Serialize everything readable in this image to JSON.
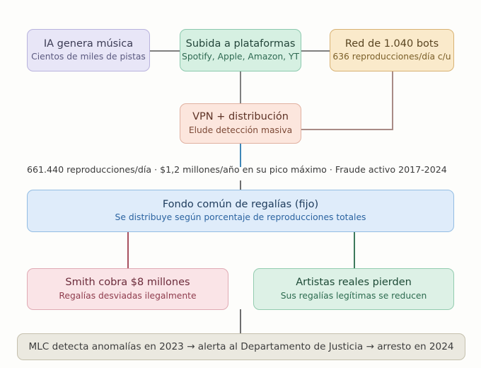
{
  "diagram": {
    "type": "flowchart",
    "background_color": "#fdfdfb",
    "annotation": "661.440 reproducciones/día · $1,2 millones/año en su pico máximo · Fraude activo 2017-2024",
    "nodes": [
      {
        "id": "ia-genera-musica",
        "title": "IA genera música",
        "subtitle": "Cientos de miles de pistas",
        "fill_color": "#e8e6f7",
        "border_color": "#b9b3dd"
      },
      {
        "id": "subida-plataformas",
        "title": "Subida a plataformas",
        "subtitle": "Spotify, Apple, Amazon, YT",
        "fill_color": "#d6f0e2",
        "border_color": "#8cc9ae"
      },
      {
        "id": "red-bots",
        "title": "Red de 1.040 bots",
        "subtitle": "636 reproducciones/día c/u",
        "fill_color": "#faeacb",
        "border_color": "#d8b274"
      },
      {
        "id": "vpn-distribucion",
        "title": "VPN + distribución",
        "subtitle": "Elude detección masiva",
        "fill_color": "#fce6dd",
        "border_color": "#e0b0a0"
      },
      {
        "id": "fondo-comun",
        "title": "Fondo común de regalías (fijo)",
        "subtitle": "Se distribuye según porcentaje de reproducciones totales",
        "fill_color": "#dfecfa",
        "border_color": "#93bde3"
      },
      {
        "id": "smith-cobra",
        "title": "Smith cobra $8 millones",
        "subtitle": "Regalías desviadas ilegalmente",
        "fill_color": "#fae4e7",
        "border_color": "#e0aab4"
      },
      {
        "id": "artistas-pierden",
        "title": "Artistas reales pierden",
        "subtitle": "Sus regalías legítimas se reducen",
        "fill_color": "#ddf1e6",
        "border_color": "#93ccaf"
      },
      {
        "id": "mlc-deteccion",
        "title": "MLC detecta anomalías en 2023 → alerta al Departamento de Justicia → arresto en 2024",
        "subtitle": "",
        "fill_color": "#ebe9e0",
        "border_color": "#c5c0ad"
      }
    ],
    "edges": [
      {
        "from": "ia-genera-musica",
        "to": "subida-plataformas",
        "color": "#7f7f7f"
      },
      {
        "from": "subida-plataformas",
        "to": "red-bots",
        "color": "#7f7f7f"
      },
      {
        "from": "subida-plataformas",
        "to": "vpn-distribucion",
        "color": "#7f7f7f"
      },
      {
        "from": "red-bots",
        "to": "vpn-distribucion",
        "color": "#a98b86"
      },
      {
        "from": "vpn-distribucion",
        "to": "fondo-comun",
        "color": "#3f87b8"
      },
      {
        "from": "fondo-comun",
        "to": "smith-cobra",
        "color": "#a8505f"
      },
      {
        "from": "fondo-comun",
        "to": "artistas-pierden",
        "color": "#3d7a5c"
      },
      {
        "from": "smith-cobra",
        "to": "mlc-deteccion",
        "color": "#6e6e6e"
      }
    ]
  }
}
